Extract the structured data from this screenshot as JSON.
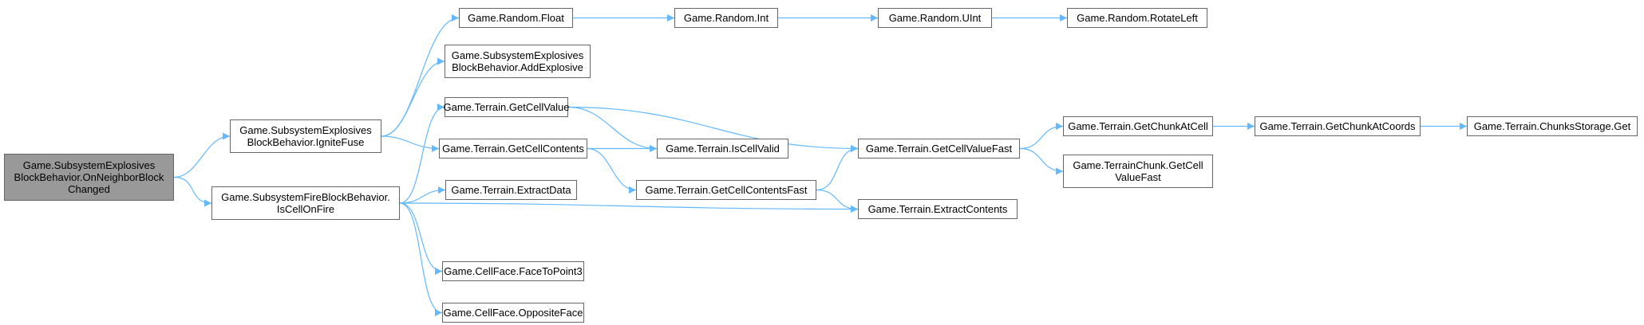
{
  "diagram": {
    "colors": {
      "edge": "#63b8ff",
      "node_border": "#666666",
      "root_fill": "#999999",
      "node_fill": "#ffffff"
    },
    "nodes": {
      "root": [
        "Game.SubsystemExplosives",
        "BlockBehavior.OnNeighborBlock",
        "Changed"
      ],
      "ignite": [
        "Game.SubsystemExplosives",
        "BlockBehavior.IgniteFuse"
      ],
      "fire": [
        "Game.SubsystemFireBlockBehavior.",
        "IsCellOnFire"
      ],
      "rfloat": [
        "Game.Random.Float"
      ],
      "rint": [
        "Game.Random.Int"
      ],
      "ruint": [
        "Game.Random.UInt"
      ],
      "rrot": [
        "Game.Random.RotateLeft"
      ],
      "addexp": [
        "Game.SubsystemExplosives",
        "BlockBehavior.AddExplosive"
      ],
      "getcellvalue": [
        "Game.Terrain.GetCellValue"
      ],
      "getcellcontents": [
        "Game.Terrain.GetCellContents"
      ],
      "extractdata": [
        "Game.Terrain.ExtractData"
      ],
      "iscellvalid": [
        "Game.Terrain.IsCellValid"
      ],
      "getcellcontentsfast": [
        "Game.Terrain.GetCellContentsFast"
      ],
      "getcellvaluefast": [
        "Game.Terrain.GetCellValueFast"
      ],
      "extractcontents": [
        "Game.Terrain.ExtractContents"
      ],
      "getchunkatcell": [
        "Game.Terrain.GetChunkAtCell"
      ],
      "getchunkatcoords": [
        "Game.Terrain.GetChunkAtCoords"
      ],
      "chunksstorage": [
        "Game.Terrain.ChunksStorage.Get"
      ],
      "chunkgetcell": [
        "Game.TerrainChunk.GetCell",
        "ValueFast"
      ],
      "facetopoint": [
        "Game.CellFace.FaceToPoint3"
      ],
      "oppositeface": [
        "Game.CellFace.OppositeFace"
      ]
    },
    "edges": [
      [
        "root",
        "ignite"
      ],
      [
        "root",
        "fire"
      ],
      [
        "ignite",
        "rfloat"
      ],
      [
        "ignite",
        "addexp"
      ],
      [
        "ignite",
        "getcellcontents"
      ],
      [
        "rfloat",
        "rint"
      ],
      [
        "rint",
        "ruint"
      ],
      [
        "ruint",
        "rrot"
      ],
      [
        "fire",
        "getcellvalue"
      ],
      [
        "fire",
        "extractdata"
      ],
      [
        "fire",
        "extractcontents"
      ],
      [
        "fire",
        "facetopoint"
      ],
      [
        "fire",
        "oppositeface"
      ],
      [
        "getcellvalue",
        "iscellvalid"
      ],
      [
        "getcellvalue",
        "getcellvaluefast"
      ],
      [
        "getcellcontents",
        "iscellvalid"
      ],
      [
        "getcellcontents",
        "getcellcontentsfast"
      ],
      [
        "getcellcontentsfast",
        "getcellvaluefast"
      ],
      [
        "getcellcontentsfast",
        "extractcontents"
      ],
      [
        "getcellvaluefast",
        "getchunkatcell"
      ],
      [
        "getcellvaluefast",
        "chunkgetcell"
      ],
      [
        "getchunkatcell",
        "getchunkatcoords"
      ],
      [
        "getchunkatcoords",
        "chunksstorage"
      ]
    ]
  }
}
